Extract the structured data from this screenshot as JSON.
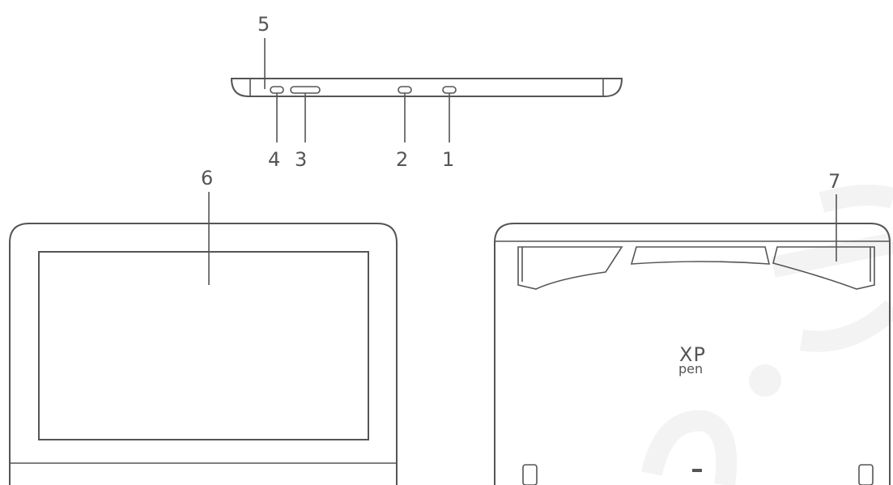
{
  "callouts": {
    "c1": "1",
    "c2": "2",
    "c3": "3",
    "c4": "4",
    "c5": "5",
    "c6": "6",
    "c7": "7"
  },
  "logo": {
    "line1": "XP",
    "line2": "pen"
  }
}
